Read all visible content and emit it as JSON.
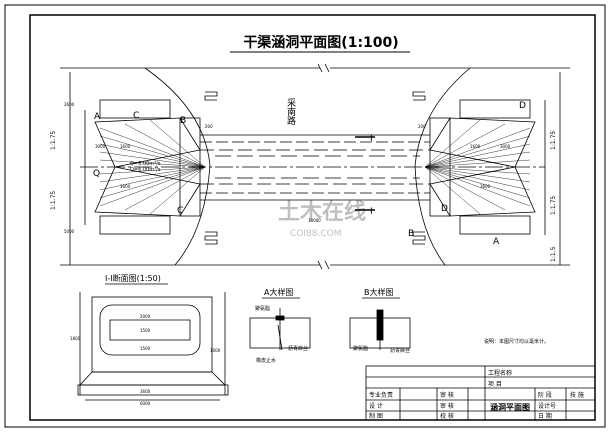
{
  "drawing": {
    "title": "干渠涵洞平面图(1:100)",
    "road_label": "采南路",
    "section_marks": [
      "I",
      "I"
    ],
    "corner_marks": [
      "A",
      "B",
      "C",
      "C",
      "Q",
      "D",
      "D",
      "A",
      "B"
    ],
    "flow_notes": [
      "Q=6.00m³/s",
      "Q=6.00m³/s"
    ],
    "slope_labels": [
      "1:1.75",
      "1:1.75",
      "1:1.75",
      "1:1.75",
      "1:1.5"
    ],
    "dims": [
      "3600",
      "3600",
      "3000",
      "3000",
      "10000",
      "200",
      "200",
      "1600",
      "1600",
      "2600",
      "5000"
    ],
    "watermark_cn": "土木在线",
    "watermark_en": "COI88.COM"
  },
  "section": {
    "title": "I-I断面图(1:50)",
    "dims": [
      "2000",
      "1500",
      "1500",
      "3600",
      "1000",
      "6000",
      "1800"
    ]
  },
  "detail_a": {
    "title": "A大样图",
    "labels": [
      "聚氨脂",
      "橡皮止水",
      "沥青麻丝"
    ]
  },
  "detail_b": {
    "title": "B大样图",
    "labels": [
      "聚氨脂",
      "沥青麻丝"
    ]
  },
  "note": "说明：本图尺寸均以毫米计。",
  "title_block": {
    "project_name_label": "工程名称",
    "item_label": "项  目",
    "rows": [
      [
        "专业负责",
        "审  核",
        "阶  段",
        "技  施"
      ],
      [
        "设  计",
        "审  核",
        "设计号",
        ""
      ],
      [
        "制  图",
        "校  核",
        "日  期",
        ""
      ]
    ],
    "drawing_name": "涵洞平面图"
  }
}
